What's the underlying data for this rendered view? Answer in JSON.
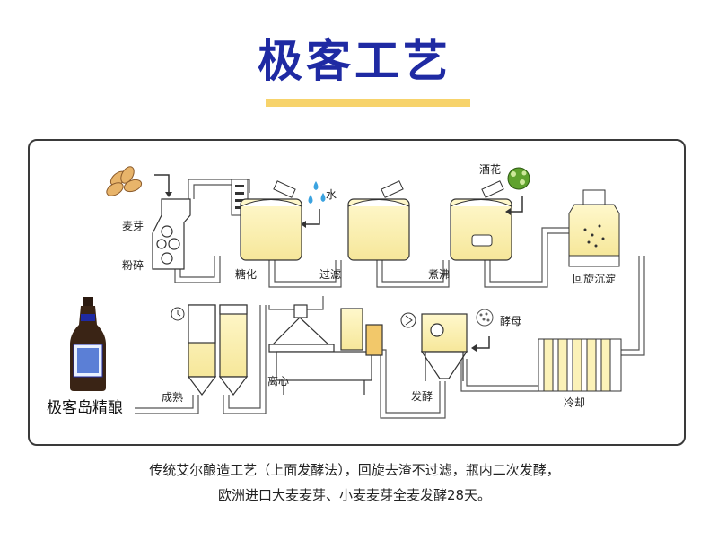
{
  "header": {
    "title": "极客工艺"
  },
  "diagram": {
    "labels": {
      "malt": "麦芽",
      "crush": "粉碎",
      "water": "水",
      "mash": "糖化",
      "filter": "过滤",
      "hops": "酒花",
      "boil": "煮沸",
      "whirlpool": "回旋沉淀",
      "yeast": "酵母",
      "centrifuge": "离心",
      "mature": "成熟",
      "ferment": "发酵",
      "cooling": "冷却"
    },
    "brand_label": "极客岛精酿"
  },
  "description": {
    "line1": "传统艾尔酿造工艺（上面发酵法），回旋去渣不过滤，瓶内二次发酵，",
    "line2": "欧洲进口大麦麦芽、小麦麦芽全麦发酵28天。"
  },
  "colors": {
    "title": "#1f2aa3",
    "underline": "#f7d36b",
    "liquid": "#fbf2b8",
    "water": "#3ba3e0",
    "hops": "#5fa22d"
  }
}
